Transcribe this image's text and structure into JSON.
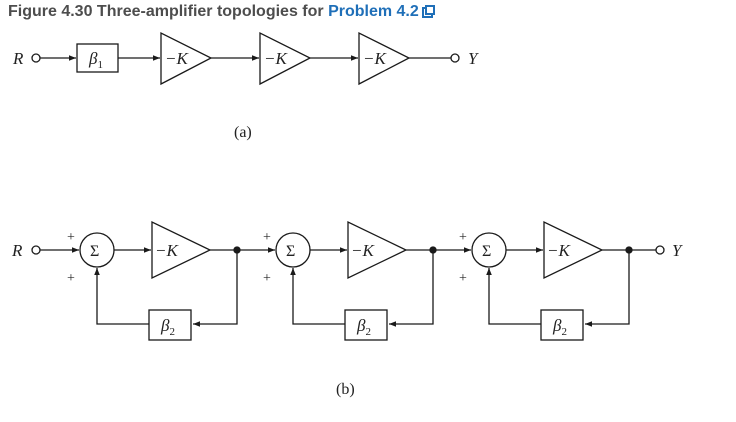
{
  "caption": {
    "figure_label": "Figure 4.30 Three-amplifier topologies for ",
    "link_text": "Problem 4.2"
  },
  "colors": {
    "caption": "#4d4d4d",
    "link": "#1f6fb8",
    "lines": "#1a1a1a"
  },
  "icons": {
    "external_link": "external-link-icon"
  },
  "diagram_a": {
    "input": "R",
    "output": "Y",
    "beta_base": "β",
    "beta_sub": "1",
    "amplifier_gain": "−K",
    "sublabel": "(a)"
  },
  "diagram_b": {
    "input": "R",
    "output": "Y",
    "sigma": "Σ",
    "plus": "+",
    "beta_base": "β",
    "beta_sub": "2",
    "amplifier_gain": "−K",
    "sublabel": "(b)"
  }
}
